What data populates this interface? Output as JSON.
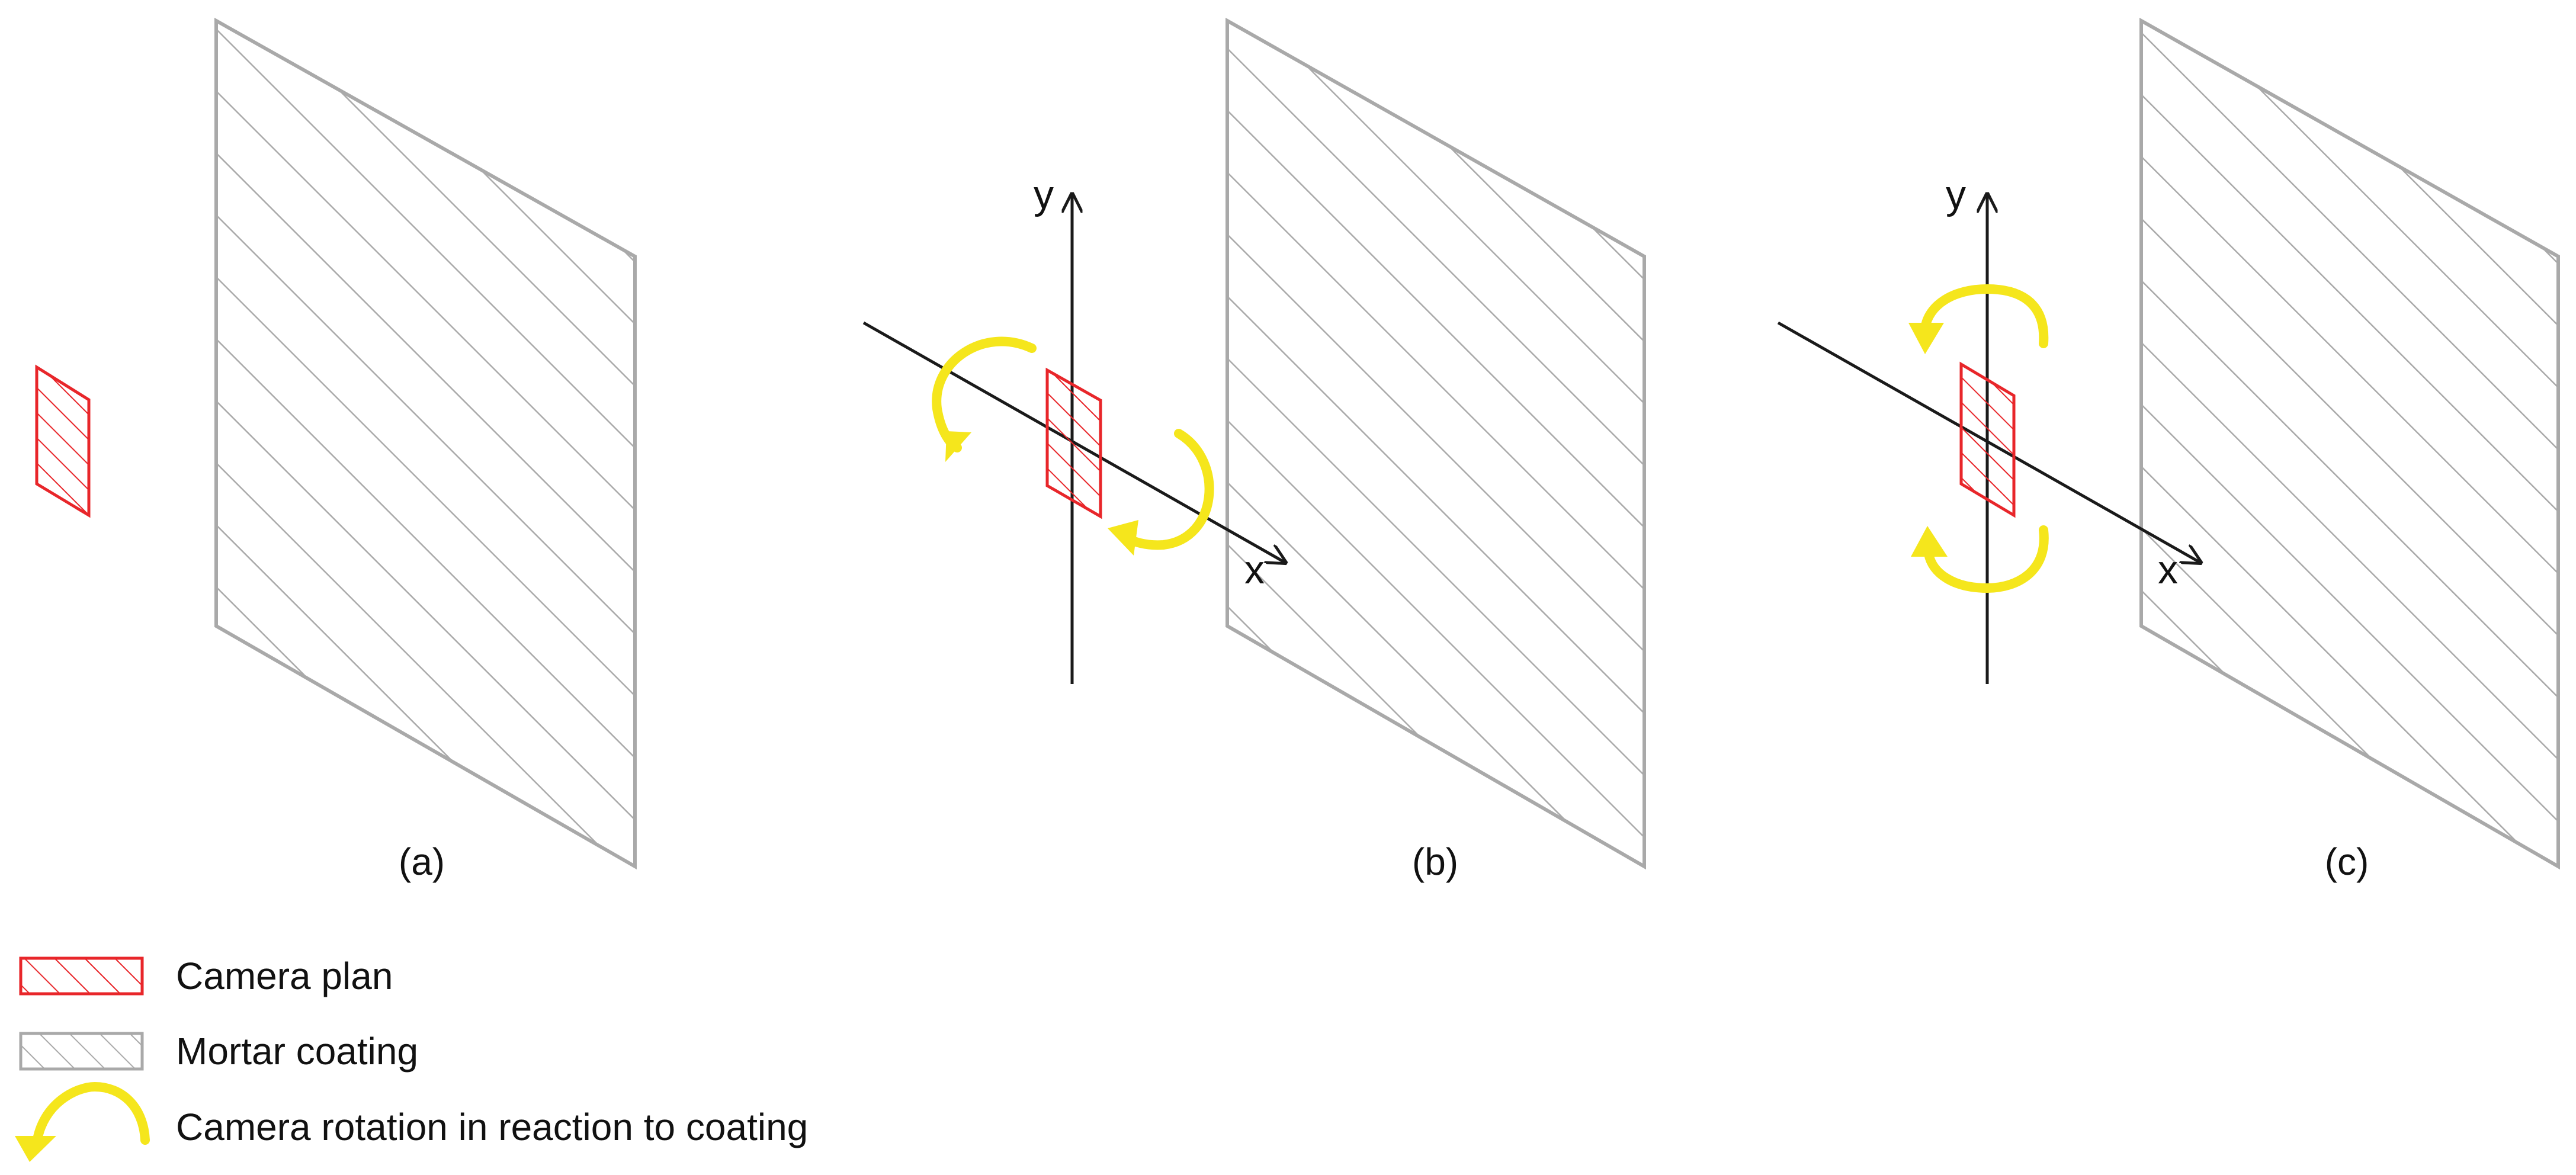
{
  "colors": {
    "camera": "#e8262a",
    "coating": "#a9a9a9",
    "rotation": "#f5e61c",
    "axis": "#1a1a1a",
    "text": "#111111"
  },
  "panels": [
    {
      "label": "(a)"
    },
    {
      "label": "(b)",
      "axis_y": "y",
      "axis_x": "x"
    },
    {
      "label": "(c)",
      "axis_y": "y",
      "axis_x": "x"
    }
  ],
  "legend": [
    {
      "label": "Camera plan",
      "symbol": "red-hatched-rectangle"
    },
    {
      "label": "Mortar coating",
      "symbol": "gray-hatched-rectangle"
    },
    {
      "label": "Camera rotation in reaction to coating",
      "symbol": "yellow-curved-arrow"
    }
  ]
}
